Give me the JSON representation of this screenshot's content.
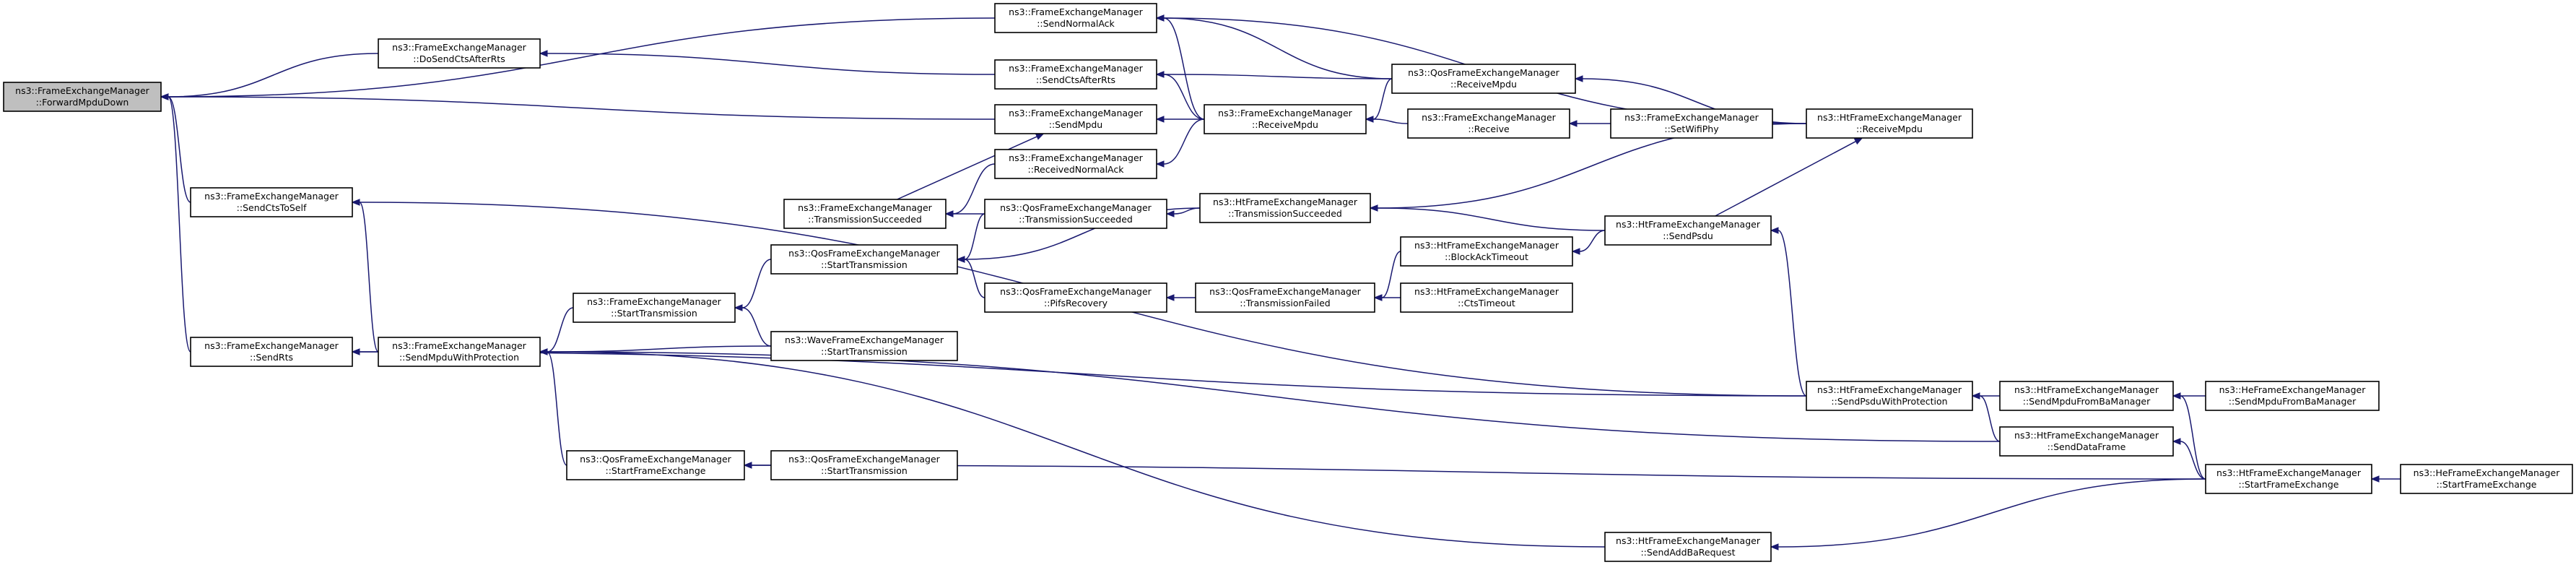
{
  "graph": {
    "colors": {
      "edge": "#191970",
      "node_border": "#000000",
      "node_fill": "#ffffff",
      "root_fill": "#bfbfbf"
    },
    "nodes": [
      {
        "id": "fwd",
        "root": true,
        "line1": "ns3::FrameExchangeManager",
        "line2": "::ForwardMpduDown"
      },
      {
        "id": "sendNormalAck",
        "line1": "ns3::FrameExchangeManager",
        "line2": "::SendNormalAck"
      },
      {
        "id": "doSendCts",
        "line1": "ns3::FrameExchangeManager",
        "line2": "::DoSendCtsAfterRts"
      },
      {
        "id": "sendCtsAfterRts",
        "line1": "ns3::FrameExchangeManager",
        "line2": "::SendCtsAfterRts"
      },
      {
        "id": "sendMpdu",
        "line1": "ns3::FrameExchangeManager",
        "line2": "::SendMpdu"
      },
      {
        "id": "receivedNormalAck",
        "line1": "ns3::FrameExchangeManager",
        "line2": "::ReceivedNormalAck"
      },
      {
        "id": "sendCtsToSelf",
        "line1": "ns3::FrameExchangeManager",
        "line2": "::SendCtsToSelf"
      },
      {
        "id": "sendRts",
        "line1": "ns3::FrameExchangeManager",
        "line2": "::SendRts"
      },
      {
        "id": "sendMpduWithProt",
        "line1": "ns3::FrameExchangeManager",
        "line2": "::SendMpduWithProtection"
      },
      {
        "id": "fTxSucc",
        "line1": "ns3::FrameExchangeManager",
        "line2": "::TransmissionSucceeded"
      },
      {
        "id": "qStartTx",
        "line1": "ns3::QosFrameExchangeManager",
        "line2": "::StartTransmission"
      },
      {
        "id": "fStartTx",
        "line1": "ns3::FrameExchangeManager",
        "line2": "::StartTransmission"
      },
      {
        "id": "wStartTx",
        "line1": "ns3::WaveFrameExchangeManager",
        "line2": "::StartTransmission"
      },
      {
        "id": "qStartFE",
        "line1": "ns3::QosFrameExchangeManager",
        "line2": "::StartFrameExchange"
      },
      {
        "id": "qStartTx2",
        "line1": "ns3::QosFrameExchangeManager",
        "line2": "::StartTransmission"
      },
      {
        "id": "qTxSucc",
        "line1": "ns3::QosFrameExchangeManager",
        "line2": "::TransmissionSucceeded"
      },
      {
        "id": "qPifs",
        "line1": "ns3::QosFrameExchangeManager",
        "line2": "::PifsRecovery"
      },
      {
        "id": "fRecvMpdu",
        "line1": "ns3::FrameExchangeManager",
        "line2": "::ReceiveMpdu"
      },
      {
        "id": "hTxSucc",
        "line1": "ns3::HtFrameExchangeManager",
        "line2": "::TransmissionSucceeded"
      },
      {
        "id": "qTxFail",
        "line1": "ns3::QosFrameExchangeManager",
        "line2": "::TransmissionFailed"
      },
      {
        "id": "qRecvMpdu",
        "line1": "ns3::QosFrameExchangeManager",
        "line2": "::ReceiveMpdu"
      },
      {
        "id": "fReceive",
        "line1": "ns3::FrameExchangeManager",
        "line2": "::Receive"
      },
      {
        "id": "hBaTimeout",
        "line1": "ns3::HtFrameExchangeManager",
        "line2": "::BlockAckTimeout"
      },
      {
        "id": "hCtsTimeout",
        "line1": "ns3::HtFrameExchangeManager",
        "line2": "::CtsTimeout"
      },
      {
        "id": "setWifiPhy",
        "line1": "ns3::FrameExchangeManager",
        "line2": "::SetWifiPhy"
      },
      {
        "id": "hSendPsdu",
        "line1": "ns3::HtFrameExchangeManager",
        "line2": "::SendPsdu"
      },
      {
        "id": "hSendAddBa",
        "line1": "ns3::HtFrameExchangeManager",
        "line2": "::SendAddBaRequest"
      },
      {
        "id": "hRecvMpdu",
        "line1": "ns3::HtFrameExchangeManager",
        "line2": "::ReceiveMpdu"
      },
      {
        "id": "hSendPsduWithProt",
        "line1": "ns3::HtFrameExchangeManager",
        "line2": "::SendPsduWithProtection"
      },
      {
        "id": "hSendMpduFromBa",
        "line1": "ns3::HtFrameExchangeManager",
        "line2": "::SendMpduFromBaManager"
      },
      {
        "id": "hSendDataFrame",
        "line1": "ns3::HtFrameExchangeManager",
        "line2": "::SendDataFrame"
      },
      {
        "id": "heSendMpduFromBa",
        "line1": "ns3::HeFrameExchangeManager",
        "line2": "::SendMpduFromBaManager"
      },
      {
        "id": "hStartFE",
        "line1": "ns3::HtFrameExchangeManager",
        "line2": "::StartFrameExchange"
      },
      {
        "id": "heStartFE",
        "line1": "ns3::HeFrameExchangeManager",
        "line2": "::StartFrameExchange"
      }
    ],
    "edges": [
      {
        "from": "sendNormalAck",
        "to": "fwd"
      },
      {
        "from": "doSendCts",
        "to": "fwd"
      },
      {
        "from": "sendMpdu",
        "to": "fwd"
      },
      {
        "from": "sendCtsToSelf",
        "to": "fwd"
      },
      {
        "from": "sendRts",
        "to": "fwd"
      },
      {
        "from": "sendCtsAfterRts",
        "to": "doSendCts"
      },
      {
        "from": "sendMpduWithProt",
        "to": "sendCtsToSelf"
      },
      {
        "from": "hSendPsduWithProt",
        "to": "sendCtsToSelf"
      },
      {
        "from": "sendMpduWithProt",
        "to": "sendRts"
      },
      {
        "from": "hSendPsduWithProt",
        "to": "sendRts"
      },
      {
        "from": "fStartTx",
        "to": "sendMpduWithProt"
      },
      {
        "from": "wStartTx",
        "to": "sendMpduWithProt"
      },
      {
        "from": "qStartFE",
        "to": "sendMpduWithProt"
      },
      {
        "from": "hSendDataFrame",
        "to": "sendMpduWithProt"
      },
      {
        "from": "hSendAddBa",
        "to": "sendMpduWithProt"
      },
      {
        "from": "qStartTx",
        "to": "fStartTx"
      },
      {
        "from": "wStartTx",
        "to": "fStartTx"
      },
      {
        "from": "qStartTx2",
        "to": "qStartFE"
      },
      {
        "from": "hStartFE",
        "to": "qStartFE"
      },
      {
        "from": "fTxSucc",
        "to": "sendMpdu"
      },
      {
        "from": "fRecvMpdu",
        "to": "sendMpdu"
      },
      {
        "from": "receivedNormalAck",
        "to": "fTxSucc"
      },
      {
        "from": "qTxSucc",
        "to": "fTxSucc"
      },
      {
        "from": "hTxSucc",
        "to": "qTxSucc"
      },
      {
        "from": "hTxSucc",
        "to": "qStartTx"
      },
      {
        "from": "qTxSucc",
        "to": "qStartTx"
      },
      {
        "from": "qPifs",
        "to": "qStartTx"
      },
      {
        "from": "qTxFail",
        "to": "qPifs"
      },
      {
        "from": "hBaTimeout",
        "to": "qTxFail"
      },
      {
        "from": "hCtsTimeout",
        "to": "qTxFail"
      },
      {
        "from": "fRecvMpdu",
        "to": "sendNormalAck"
      },
      {
        "from": "qRecvMpdu",
        "to": "sendNormalAck"
      },
      {
        "from": "fRecvMpdu",
        "to": "sendCtsAfterRts"
      },
      {
        "from": "qRecvMpdu",
        "to": "sendCtsAfterRts"
      },
      {
        "from": "fRecvMpdu",
        "to": "receivedNormalAck"
      },
      {
        "from": "qRecvMpdu",
        "to": "fRecvMpdu"
      },
      {
        "from": "fReceive",
        "to": "fRecvMpdu"
      },
      {
        "from": "setWifiPhy",
        "to": "fReceive"
      },
      {
        "from": "hRecvMpdu",
        "to": "qRecvMpdu"
      },
      {
        "from": "hRecvMpdu",
        "to": "sendNormalAck"
      },
      {
        "from": "hRecvMpdu",
        "to": "hTxSucc"
      },
      {
        "from": "hSendPsdu",
        "to": "hRecvMpdu"
      },
      {
        "from": "hSendPsdu",
        "to": "hTxSucc"
      },
      {
        "from": "hSendPsdu",
        "to": "hBaTimeout"
      },
      {
        "from": "hSendPsduWithProt",
        "to": "hSendPsdu"
      },
      {
        "from": "hSendMpduFromBa",
        "to": "hSendPsduWithProt"
      },
      {
        "from": "hSendDataFrame",
        "to": "hSendPsduWithProt"
      },
      {
        "from": "heSendMpduFromBa",
        "to": "hSendMpduFromBa"
      },
      {
        "from": "hStartFE",
        "to": "hSendMpduFromBa"
      },
      {
        "from": "hStartFE",
        "to": "hSendDataFrame"
      },
      {
        "from": "heStartFE",
        "to": "hStartFE"
      },
      {
        "from": "hStartFE",
        "to": "hSendAddBa"
      }
    ]
  }
}
